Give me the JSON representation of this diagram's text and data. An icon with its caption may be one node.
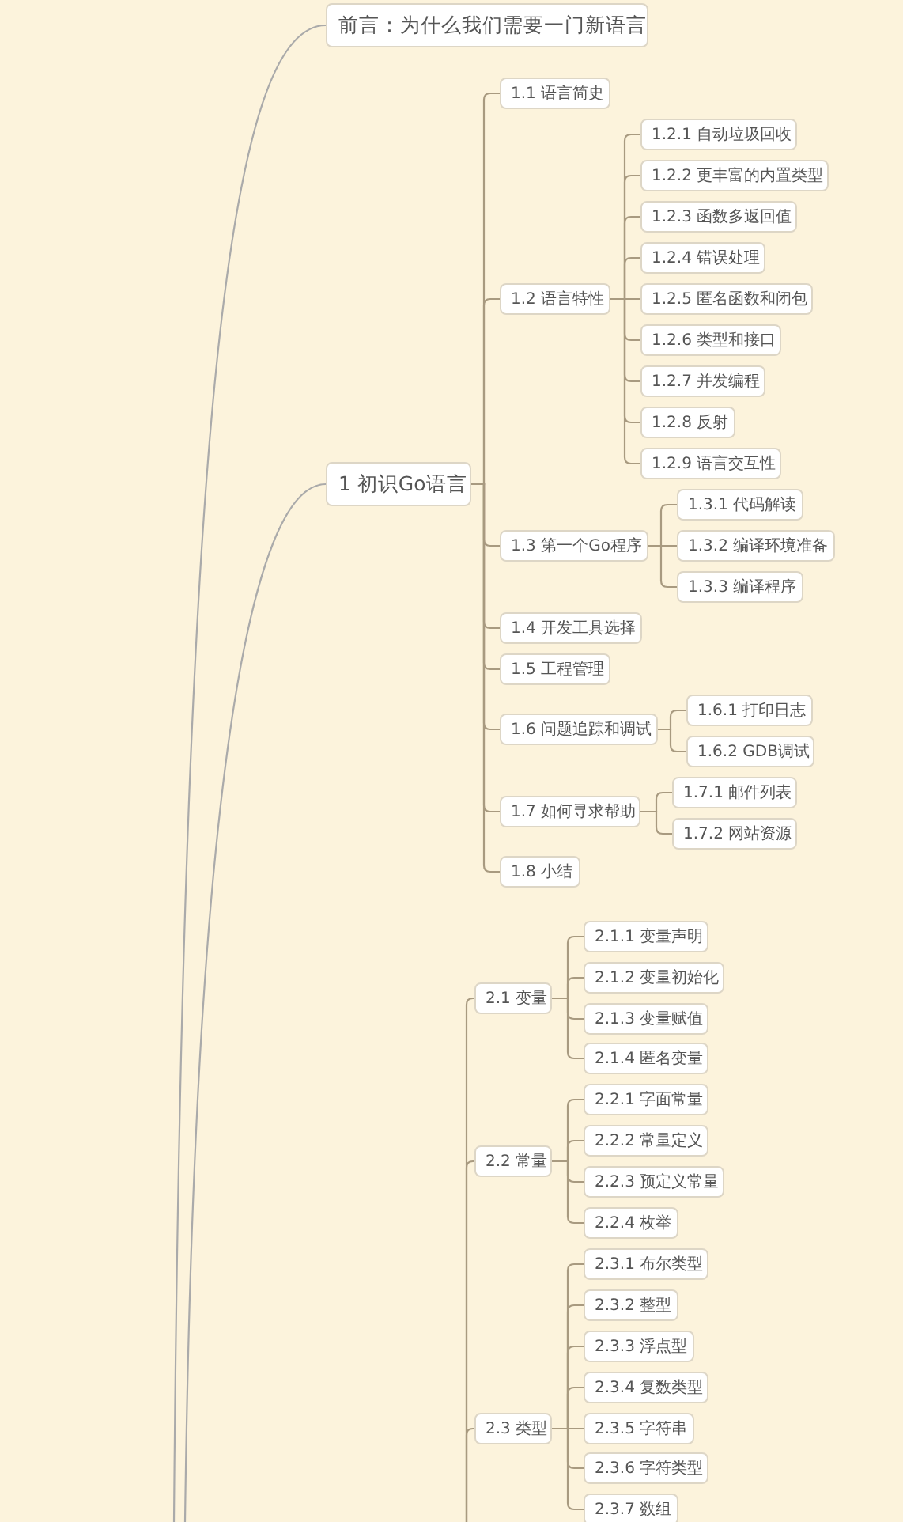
{
  "diagram": {
    "nodes": [
      {
        "text": [
          "前言：为什么我们需要一门新语言"
        ]
      },
      {
        "text": [
          "1 初识Go语言"
        ]
      },
      {
        "text": [
          "1.1 语言简史"
        ]
      },
      {
        "text": [
          "1.2 语言特性"
        ]
      },
      {
        "text": [
          "1.2.1 自动垃圾回收"
        ]
      },
      {
        "text": [
          "1.2.2 更丰富的内置类型"
        ]
      },
      {
        "text": [
          "1.2.3 函数多返回值"
        ]
      },
      {
        "text": [
          "1.2.4 错误处理"
        ]
      },
      {
        "text": [
          "1.2.5 匿名函数和闭包"
        ]
      },
      {
        "text": [
          "1.2.6 类型和接口"
        ]
      },
      {
        "text": [
          "1.2.7 并发编程"
        ]
      },
      {
        "text": [
          "1.2.8 反射"
        ]
      },
      {
        "text": [
          "1.2.9 语言交互性"
        ]
      },
      {
        "text": [
          "1.3 第一个Go程序"
        ]
      },
      {
        "text": [
          "1.3.1 代码解读"
        ]
      },
      {
        "text": [
          "1.3.2 编译环境准备"
        ]
      },
      {
        "text": [
          "1.3.3 编译程序"
        ]
      },
      {
        "text": [
          "1.4 开发工具选择"
        ]
      },
      {
        "text": [
          "1.5 工程管理"
        ]
      },
      {
        "text": [
          "1.6 问题追踪和调试"
        ]
      },
      {
        "text": [
          "1.6.1 打印日志"
        ]
      },
      {
        "text": [
          "1.6.2 GDB调试"
        ]
      },
      {
        "text": [
          "1.7 如何寻求帮助"
        ]
      },
      {
        "text": [
          "1.7.1 邮件列表"
        ]
      },
      {
        "text": [
          "1.7.2 网站资源"
        ]
      },
      {
        "text": [
          "1.8 小结"
        ]
      },
      {
        "text": [
          "2.1 变量"
        ]
      },
      {
        "text": [
          "2.1.1 变量声明"
        ]
      },
      {
        "text": [
          "2.1.2 变量初始化"
        ]
      },
      {
        "text": [
          "2.1.3 变量赋值"
        ]
      },
      {
        "text": [
          "2.1.4 匿名变量"
        ]
      },
      {
        "text": [
          "2.2 常量"
        ]
      },
      {
        "text": [
          "2.2.1 字面常量"
        ]
      },
      {
        "text": [
          "2.2.2 常量定义"
        ]
      },
      {
        "text": [
          "2.2.3 预定义常量"
        ]
      },
      {
        "text": [
          "2.2.4 枚举"
        ]
      },
      {
        "text": [
          "2.3 类型"
        ]
      },
      {
        "text": [
          "2.3.1 布尔类型"
        ]
      },
      {
        "text": [
          "2.3.2 整型"
        ]
      },
      {
        "text": [
          "2.3.3 浮点型"
        ]
      },
      {
        "text": [
          "2.3.4 复数类型"
        ]
      },
      {
        "text": [
          "2.3.5 字符串"
        ]
      },
      {
        "text": [
          "2.3.6 字符类型"
        ]
      },
      {
        "text": [
          "2.3.7 数组"
        ]
      }
    ],
    "edges": [
      {
        "from": null,
        "to": 0,
        "arrow": "none",
        "color": "#aaaaaa"
      },
      {
        "from": null,
        "to": 1,
        "arrow": "none",
        "color": "#aaaaaa"
      },
      {
        "from": 1,
        "to": 2,
        "arrow": "none"
      },
      {
        "from": 1,
        "to": 3,
        "arrow": "none"
      },
      {
        "from": 3,
        "to": 4,
        "arrow": "none"
      },
      {
        "from": 3,
        "to": 5,
        "arrow": "none"
      },
      {
        "from": 3,
        "to": 6,
        "arrow": "none"
      },
      {
        "from": 3,
        "to": 7,
        "arrow": "none"
      },
      {
        "from": 3,
        "to": 8,
        "arrow": "none"
      },
      {
        "from": 3,
        "to": 9,
        "arrow": "none"
      },
      {
        "from": 3,
        "to": 10,
        "arrow": "none"
      },
      {
        "from": 3,
        "to": 11,
        "arrow": "none"
      },
      {
        "from": 3,
        "to": 12,
        "arrow": "none"
      },
      {
        "from": 1,
        "to": 13,
        "arrow": "none"
      },
      {
        "from": 13,
        "to": 14,
        "arrow": "none"
      },
      {
        "from": 13,
        "to": 15,
        "arrow": "none"
      },
      {
        "from": 13,
        "to": 16,
        "arrow": "none"
      },
      {
        "from": 1,
        "to": 17,
        "arrow": "none"
      },
      {
        "from": 1,
        "to": 18,
        "arrow": "none"
      },
      {
        "from": 1,
        "to": 19,
        "arrow": "none"
      },
      {
        "from": 19,
        "to": 20,
        "arrow": "none"
      },
      {
        "from": 19,
        "to": 21,
        "arrow": "none"
      },
      {
        "from": 1,
        "to": 22,
        "arrow": "none"
      },
      {
        "from": 22,
        "to": 23,
        "arrow": "none"
      },
      {
        "from": 22,
        "to": 24,
        "arrow": "none"
      },
      {
        "from": 1,
        "to": 25,
        "arrow": "none"
      },
      {
        "from": null,
        "to": 26,
        "arrow": "none"
      },
      {
        "from": 26,
        "to": 27,
        "arrow": "none"
      },
      {
        "from": 26,
        "to": 28,
        "arrow": "none"
      },
      {
        "from": 26,
        "to": 29,
        "arrow": "none"
      },
      {
        "from": 26,
        "to": 30,
        "arrow": "none"
      },
      {
        "from": null,
        "to": 31,
        "arrow": "none"
      },
      {
        "from": 31,
        "to": 32,
        "arrow": "none"
      },
      {
        "from": 31,
        "to": 33,
        "arrow": "none"
      },
      {
        "from": 31,
        "to": 34,
        "arrow": "none"
      },
      {
        "from": 31,
        "to": 35,
        "arrow": "none"
      },
      {
        "from": null,
        "to": 36,
        "arrow": "none"
      },
      {
        "from": 36,
        "to": 37,
        "arrow": "none"
      },
      {
        "from": 36,
        "to": 38,
        "arrow": "none"
      },
      {
        "from": 36,
        "to": 39,
        "arrow": "none"
      },
      {
        "from": 36,
        "to": 40,
        "arrow": "none"
      },
      {
        "from": 36,
        "to": 41,
        "arrow": "none"
      },
      {
        "from": 36,
        "to": 42,
        "arrow": "none"
      },
      {
        "from": 36,
        "to": 43,
        "arrow": "none"
      }
    ]
  }
}
